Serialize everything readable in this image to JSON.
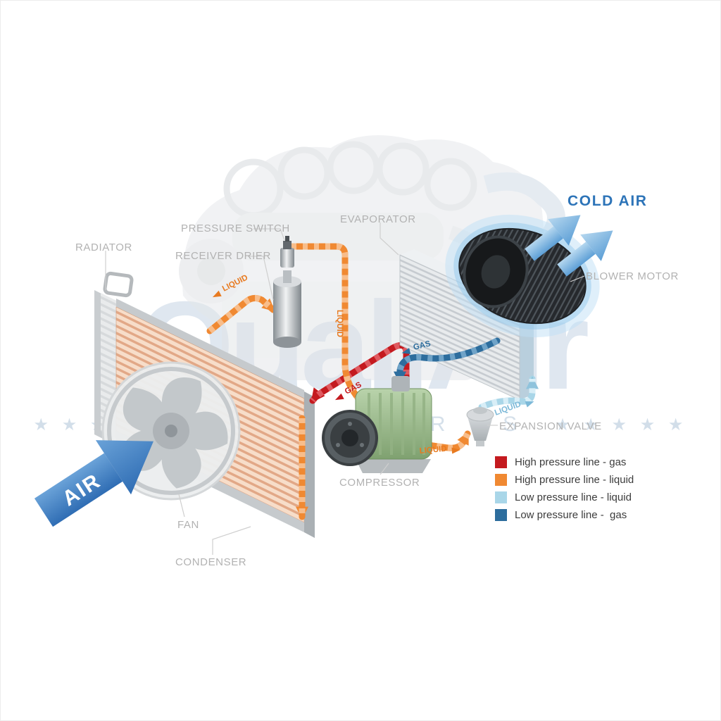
{
  "watermark": {
    "brand": "QualiAir",
    "tagline": "AUTO PARTS",
    "stars": "★ ★ ★ ★ ★"
  },
  "labels": {
    "radiator": "RADIATOR",
    "pressure_switch": "PRESSURE SWITCH",
    "receiver_drier": "RECEIVER DRIER",
    "evaporator": "EVAPORATOR",
    "cold_air": "COLD AIR",
    "blower_motor": "BLOWER MOTOR",
    "expansion_valve": "EXPANSION VALVE",
    "compressor": "COMPRESSOR",
    "fan": "FAN",
    "condenser": "CONDENSER",
    "air": "AIR"
  },
  "flow_labels": {
    "condenser_to_drier": "LIQUID",
    "drier_to_valve": "LIQUID",
    "compressor_to_condenser": "GAS",
    "evaporator_to_compressor": "GAS",
    "valve_to_evaporator": "LIQUID",
    "valve_inlet": "LIQUID"
  },
  "legend": {
    "items": [
      {
        "label": "High pressure line - gas",
        "color": "#c41a1f"
      },
      {
        "label": "High pressure line - liquid",
        "color": "#f08932"
      },
      {
        "label": "Low pressure line - liquid",
        "color": "#a9d6e8"
      },
      {
        "label": "Low pressure line -  gas",
        "color": "#2d6d9d"
      }
    ]
  }
}
